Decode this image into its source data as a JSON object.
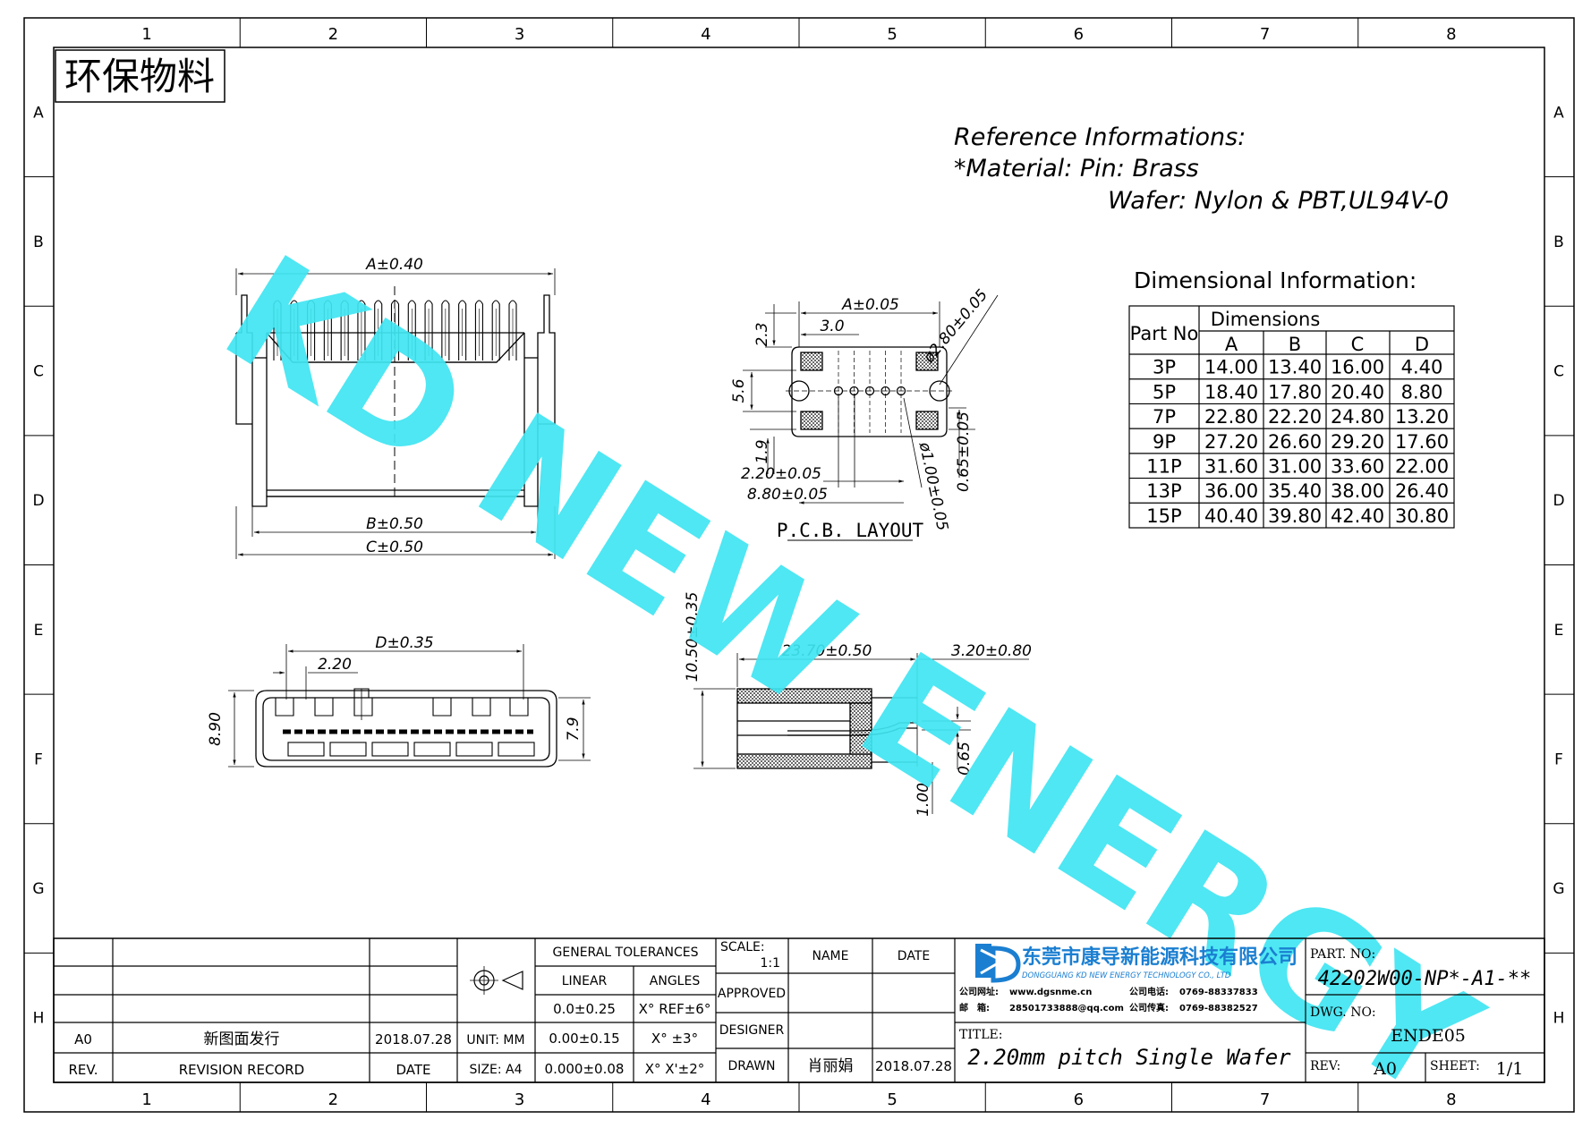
{
  "grid": {
    "columns": [
      "1",
      "2",
      "3",
      "4",
      "5",
      "6",
      "7",
      "8"
    ],
    "rows": [
      "A",
      "B",
      "C",
      "D",
      "E",
      "F",
      "G",
      "H"
    ]
  },
  "eco_label": "环保物料",
  "watermark": "KD NEW ENERGY",
  "reference": {
    "line1": "Reference Informations:",
    "line2": "*Material: Pin: Brass",
    "line3": "Wafer: Nylon & PBT,UL94V-0"
  },
  "dim_table": {
    "title": "Dimensional Information:",
    "part_no_header": "Part No",
    "dimensions_header": "Dimensions",
    "columns": [
      "A",
      "B",
      "C",
      "D"
    ],
    "rows": [
      {
        "part": "3P",
        "A": "14.00",
        "B": "13.40",
        "C": "16.00",
        "D": "4.40"
      },
      {
        "part": "5P",
        "A": "18.40",
        "B": "17.80",
        "C": "20.40",
        "D": "8.80"
      },
      {
        "part": "7P",
        "A": "22.80",
        "B": "22.20",
        "C": "24.80",
        "D": "13.20"
      },
      {
        "part": "9P",
        "A": "27.20",
        "B": "26.60",
        "C": "29.20",
        "D": "17.60"
      },
      {
        "part": "11P",
        "A": "31.60",
        "B": "31.00",
        "C": "33.60",
        "D": "22.00"
      },
      {
        "part": "13P",
        "A": "36.00",
        "B": "35.40",
        "C": "38.00",
        "D": "26.40"
      },
      {
        "part": "15P",
        "A": "40.40",
        "B": "39.80",
        "C": "42.40",
        "D": "30.80"
      }
    ]
  },
  "front_view": {
    "dim_a": "A±0.40",
    "dim_b": "B±0.50",
    "dim_c": "C±0.50"
  },
  "pcb_layout": {
    "title": "P.C.B. LAYOUT",
    "dim_a": "A±0.05",
    "dim_30": "3.0",
    "dim_23": "2.3",
    "dim_56": "5.6",
    "dim_19": "1.9",
    "dim_220": "2.20±0.05",
    "dim_880": "8.80±0.05",
    "dim_hole": "ø2.80±0.05",
    "dim_pin": "ø1.00±0.05",
    "dim_065": "0.65±0.05"
  },
  "bottom_view": {
    "dim_d": "D±0.35",
    "dim_pitch": "2.20",
    "dim_890": "8.90",
    "dim_79": "7.9"
  },
  "side_view": {
    "dim_h": "10.50±0.35",
    "dim_len": "23.70±0.50",
    "dim_tail": "3.20±0.80",
    "dim_065": "0.65",
    "dim_100": "1.00"
  },
  "title_block": {
    "rev_header": "REV.",
    "revision_record_header": "REVISION RECORD",
    "date_header": "DATE",
    "rev_entry": {
      "rev": "A0",
      "record": "新图面发行",
      "date": "2018.07.28"
    },
    "general_tolerances": "GENERAL TOLERANCES",
    "linear": "LINEAR",
    "angles": "ANGLES",
    "tol_rows": [
      {
        "linear": "0.0±0.25",
        "angle": "X° REF±6°"
      },
      {
        "linear": "0.00±0.15",
        "angle": "X° ±3°"
      },
      {
        "linear": "0.000±0.08",
        "angle": "X° X'±2°"
      }
    ],
    "unit": "UNIT: MM",
    "size": "SIZE: A4",
    "scale_label": "SCALE:",
    "scale_value": "1:1",
    "name_header": "NAME",
    "date_col_header": "DATE",
    "approved": "APPROVED",
    "designer": "DESIGNER",
    "drawn": "DRAWN",
    "drawn_name": "肖丽娟",
    "drawn_date": "2018.07.28",
    "company_cn": "东莞市康导新能源科技有限公司",
    "company_en": "DONGGUANG KD NEW ENERGY TECHNOLOGY CO., LTD",
    "company_web_label": "公司网址:",
    "company_web": "www.dgsnme.cn",
    "company_phone_label": "公司电话:",
    "company_phone": "0769-88337833",
    "company_mail_label": "邮　箱:",
    "company_mail": "28501733888@qq.com",
    "company_fax_label": "公司传真:",
    "company_fax": "0769-88382527",
    "title_label": "TITLE:",
    "title_value": "2.20mm pitch Single Wafer",
    "part_no_label": "PART. NO:",
    "part_no_value": "42202W00-NP*-A1-**",
    "dwg_no_label": "DWG. NO:",
    "dwg_no_value": "ENDE05",
    "rev_label": "REV:",
    "rev_value": "A0",
    "sheet_label": "SHEET:",
    "sheet_value": "1/1"
  },
  "colors": {
    "watermark": "#3fe6f2",
    "ink": "#000000",
    "logo": "#1b7fd1"
  }
}
